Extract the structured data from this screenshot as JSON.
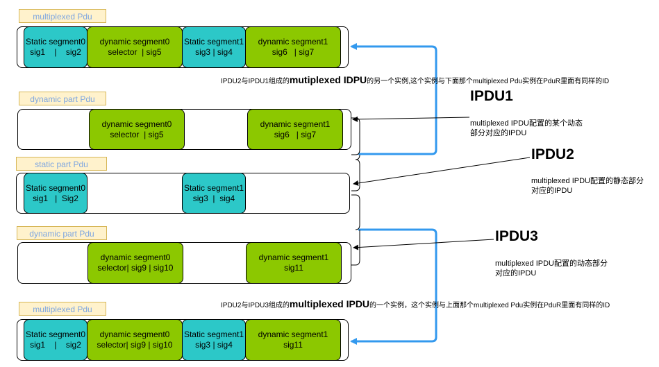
{
  "row1": {
    "tag": "multiplexed Pdu",
    "segments": [
      {
        "l1": "Static segment0",
        "l2": "sig1    |    sig2"
      },
      {
        "l1": "dynamic segment0",
        "l2": "selector  | sig5"
      },
      {
        "l1": "Static segment1",
        "l2": "sig3 | sig4"
      },
      {
        "l1": "dynamic segment1",
        "l2": "sig6   | sig7"
      }
    ]
  },
  "note1": {
    "prefix": "IPDU2与IPDU1组成的",
    "bold": "mutiplexed IDPU",
    "suffix": "的另一个实例,这个实例与下面那个multiplexed Pdu实例在PduR里面有同样的ID"
  },
  "row2": {
    "tag": "dynamic part Pdu",
    "segments": [
      {
        "l1": "dynamic segment0",
        "l2": "selector  | sig5"
      },
      {
        "l1": "dynamic segment1",
        "l2": "sig6   | sig7"
      }
    ]
  },
  "row3": {
    "tag": "static part Pdu",
    "segments": [
      {
        "l1": "Static segment0",
        "l2": "sig1   |  Sig2"
      },
      {
        "l1": "Static segment1",
        "l2": "sig3  |  sig4"
      }
    ]
  },
  "row4": {
    "tag": "dynamic part Pdu",
    "segments": [
      {
        "l1": "dynamic segment0",
        "l2": "selector| sig9 | sig10"
      },
      {
        "l1": "dynamic segment1",
        "l2": "sig11"
      }
    ]
  },
  "note2": {
    "prefix": "IPDU2与IPDU3组成的",
    "bold": "multiplexed IPDU",
    "suffix": "的一个实例，这个实例与上面那个multiplexed Pdu实例在PduR里面有同样的ID"
  },
  "row5": {
    "tag": "multiplexed Pdu",
    "segments": [
      {
        "l1": "Static segment0",
        "l2": "sig1    |    sig2"
      },
      {
        "l1": "dynamic segment0",
        "l2": "selector| sig9 | sig10"
      },
      {
        "l1": "Static segment1",
        "l2": "sig3 | sig4"
      },
      {
        "l1": "dynamic segment1",
        "l2": "sig11"
      }
    ]
  },
  "ipdu1": {
    "title": "IPDU1",
    "desc": "multiplexed IPDU配置的某个动态\n部分对应的IPDU"
  },
  "ipdu2": {
    "title": "IPDU2",
    "desc": "multiplexed IPDU配置的静态部分\n对应的IPDU"
  },
  "ipdu3": {
    "title": "IPDU3",
    "desc": "multiplexed IPDU配置的动态部分\n对应的IPDU"
  },
  "colors": {
    "static": "#2cc8c8",
    "dynamic": "#8cc800",
    "tag_fill": "#fff2cc",
    "tag_text": "#7ea6e0",
    "arrow_blue": "#3399ee"
  }
}
